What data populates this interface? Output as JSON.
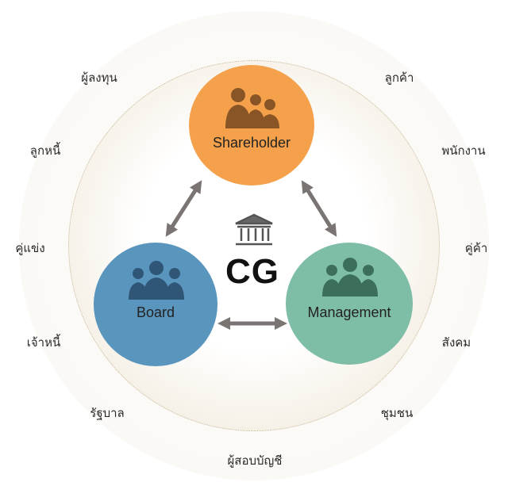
{
  "center": {
    "label": "CG",
    "icon": "building-columns-icon"
  },
  "nodes": {
    "shareholder": {
      "label": "Shareholder",
      "color": "#f5a04a",
      "icon": "people-group-icon"
    },
    "board": {
      "label": "Board",
      "color": "#5a95bd",
      "icon": "people-group-icon"
    },
    "management": {
      "label": "Management",
      "color": "#7ebda6",
      "icon": "people-group-icon"
    }
  },
  "stakeholders": [
    "ผู้ลงทุน",
    "ลูกค้า",
    "ลูกหนี้",
    "พนักงาน",
    "คู่แข่ง",
    "คู่ค้า",
    "เจ้าหนี้",
    "สังคม",
    "รัฐบาล",
    "ชุมชน",
    "ผู้สอบบัญชี"
  ],
  "colors": {
    "arrow": "#7a7472",
    "ring_border": "#c8b89a"
  }
}
